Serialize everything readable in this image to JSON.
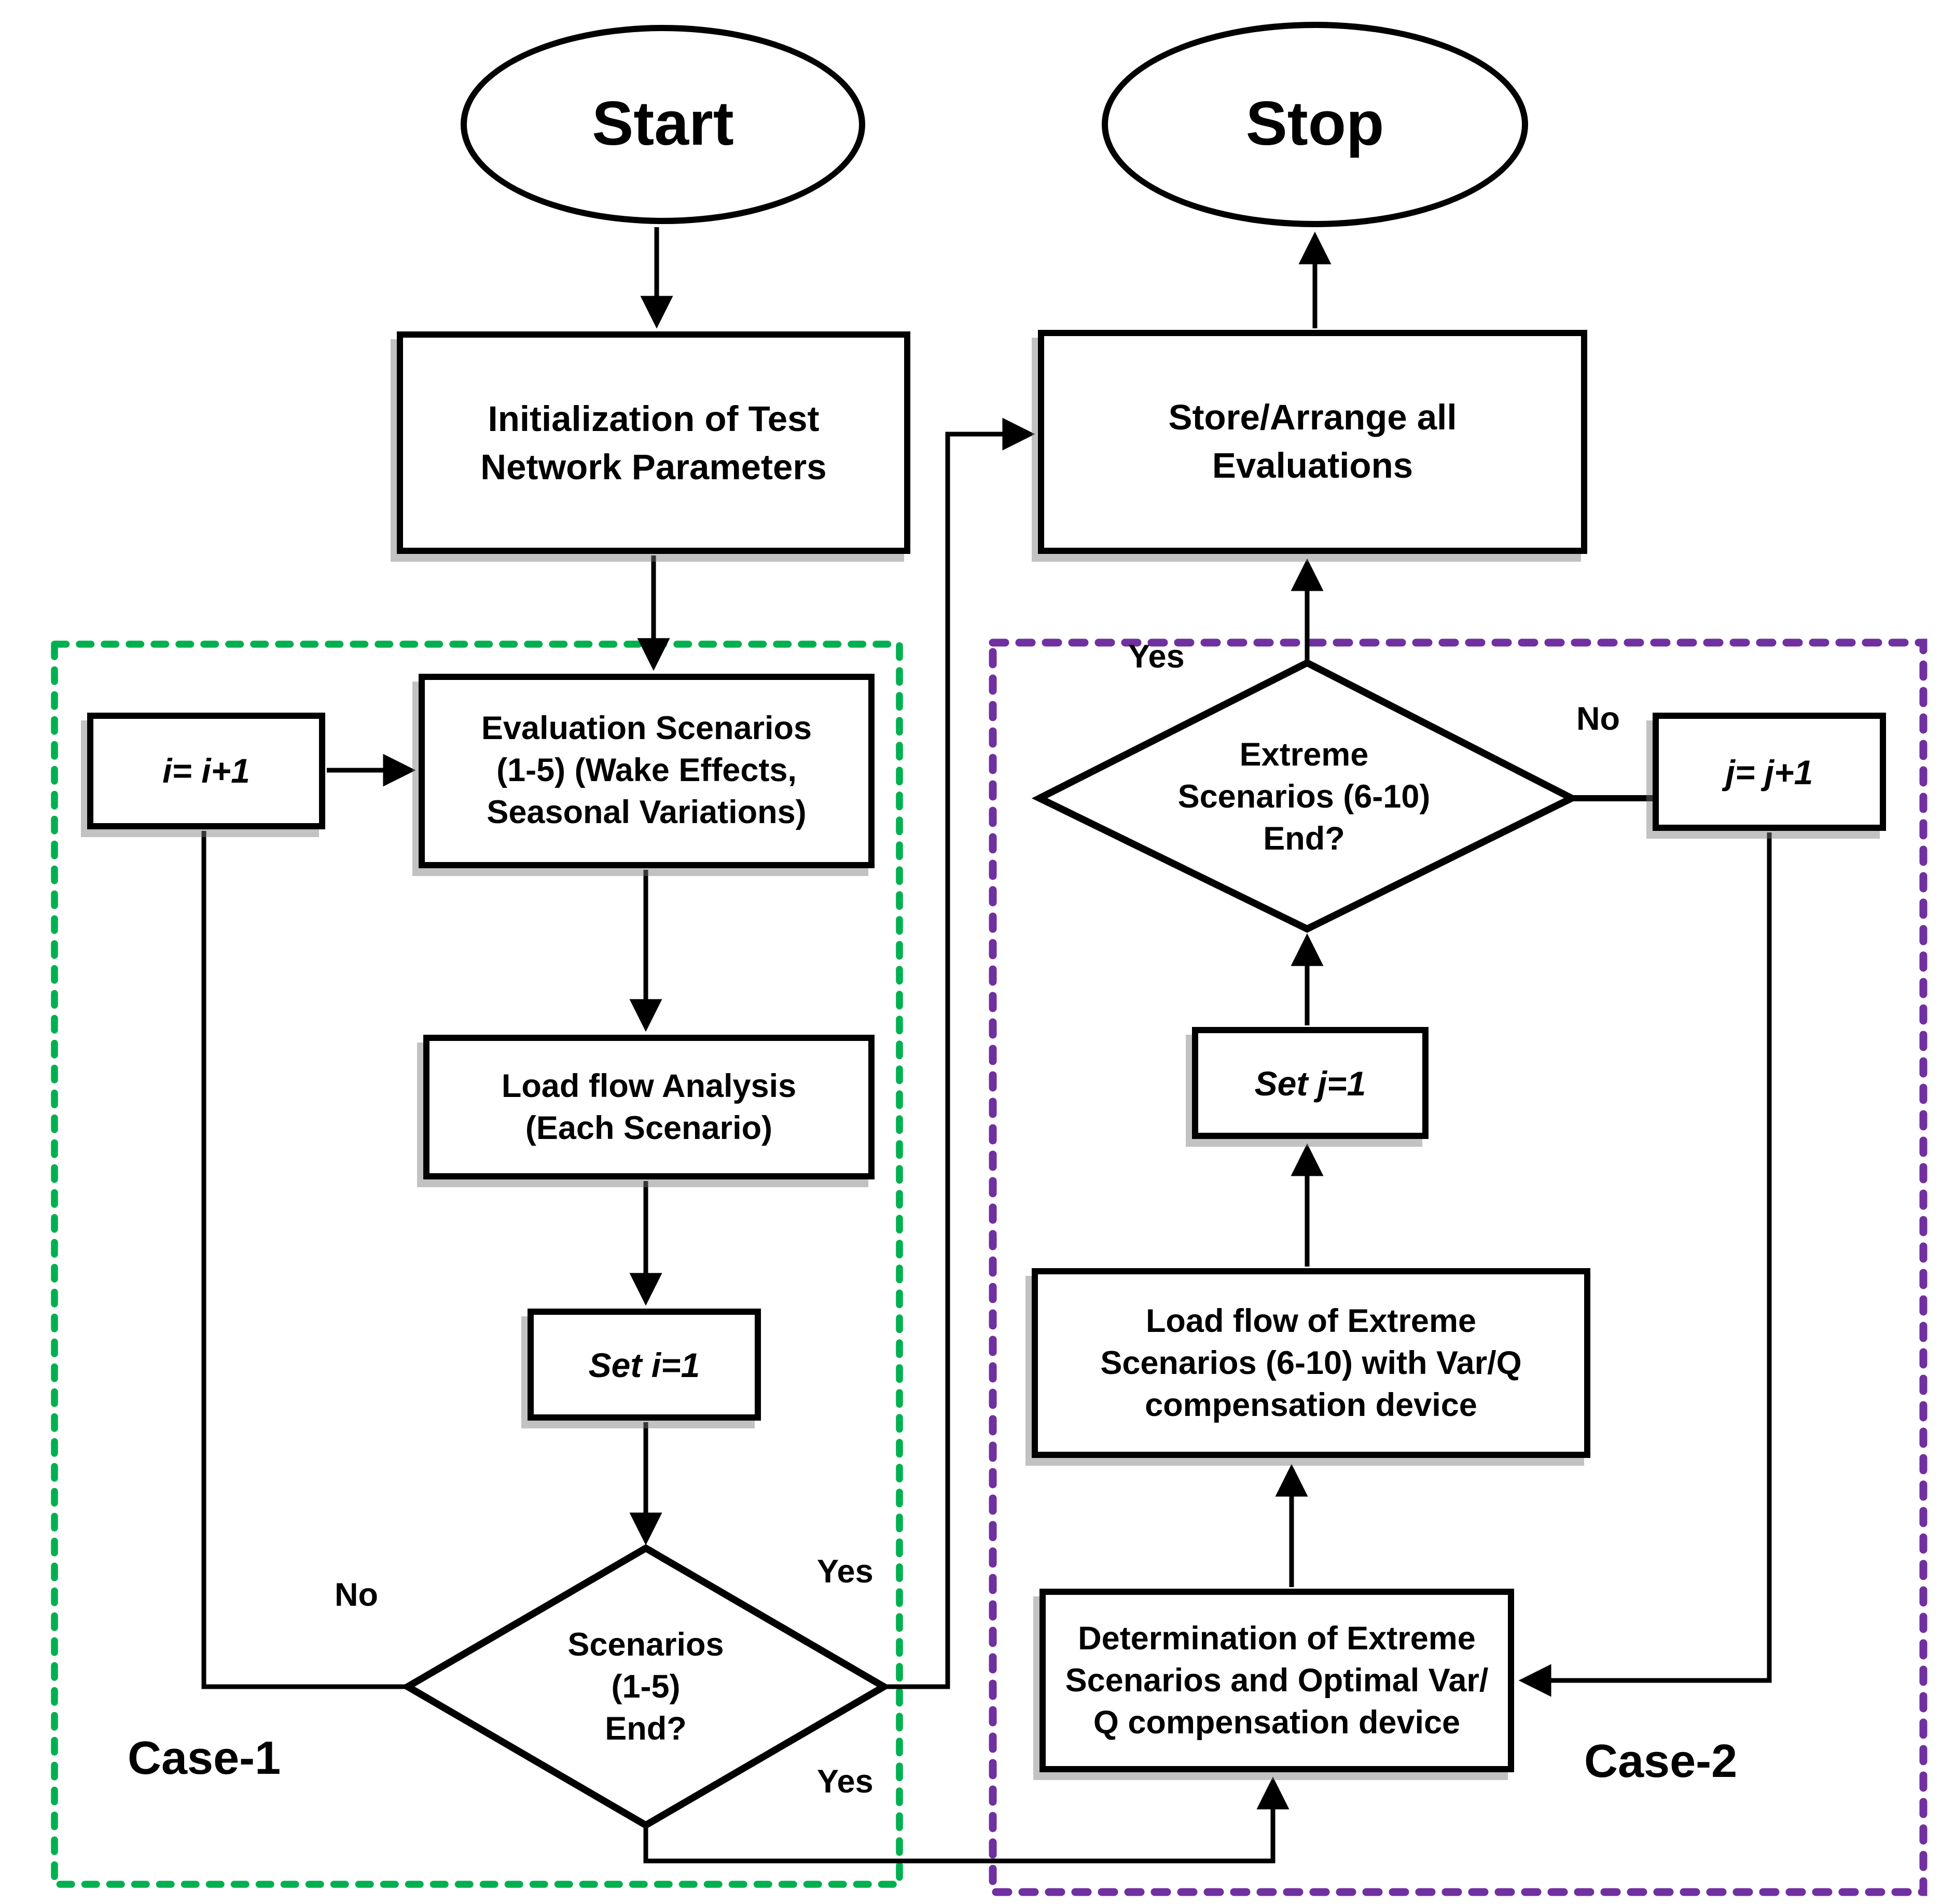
{
  "colors": {
    "case1_green": "#00B050",
    "case2_purple": "#7030A0",
    "line_black": "#000000"
  },
  "nodes": {
    "start": {
      "label": "Start"
    },
    "stop": {
      "label": "Stop"
    },
    "init": {
      "lines": [
        "Initialization of Test",
        "Network Parameters"
      ]
    },
    "store": {
      "lines": [
        "Store/Arrange all",
        "Evaluations"
      ]
    },
    "i_counter": {
      "label": "i= i+1"
    },
    "eval_scenarios": {
      "lines": [
        "Evaluation Scenarios",
        "(1-5) (Wake Effects,",
        "Seasonal Variations)"
      ]
    },
    "load_flow": {
      "lines": [
        "Load flow Analysis",
        "(Each Scenario)"
      ]
    },
    "set_i": {
      "label": "Set i=1"
    },
    "scenarios_decision": {
      "lines": [
        "Scenarios",
        "(1-5)",
        "End?"
      ]
    },
    "extreme_decision": {
      "lines": [
        "Extreme",
        "Scenarios (6-10)",
        "End?"
      ]
    },
    "j_counter": {
      "label": "j= j+1"
    },
    "set_j": {
      "label": "Set j=1"
    },
    "load_flow_extreme": {
      "lines": [
        "Load flow of Extreme",
        "Scenarios (6-10) with Var/Q",
        "compensation device"
      ]
    },
    "determination": {
      "lines": [
        "Determination of Extreme",
        "Scenarios and Optimal Var/",
        "Q compensation device"
      ]
    }
  },
  "edge_labels": {
    "scenarios_no": "No",
    "scenarios_yes_top": "Yes",
    "scenarios_yes_bottom": "Yes",
    "extreme_yes": "Yes",
    "extreme_no": "No"
  },
  "regions": {
    "case1": {
      "label": "Case-1"
    },
    "case2": {
      "label": "Case-2"
    }
  }
}
